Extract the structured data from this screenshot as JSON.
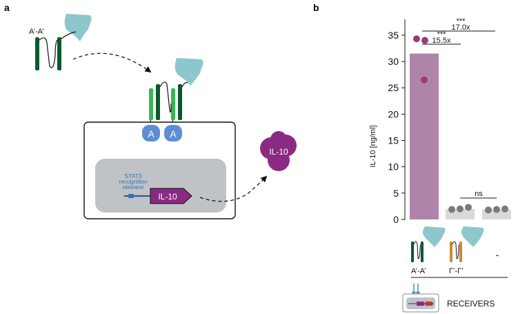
{
  "panel_a": {
    "label": "a",
    "dimer_label": "A’-A’",
    "receptor_letters": [
      "A",
      "A"
    ],
    "promoter_label": [
      "STAT3",
      "recognition",
      "element"
    ],
    "gene_label": "IL-10",
    "secreted_label": "IL-10"
  },
  "panel_b": {
    "label": "b",
    "comparisons": [
      {
        "stars": "***",
        "fold": "17.0x"
      },
      {
        "stars": "***",
        "fold": "15.5x"
      },
      {
        "stars": "ns",
        "fold": ""
      }
    ],
    "ligand_labels": [
      "A’-A’",
      "Γ’-Γ’",
      "-"
    ],
    "receivers_label": "RECEIVERS"
  },
  "colors": {
    "dark_green": "#0b5a2e",
    "light_green": "#3cb454",
    "teal_ligand": "#8cc8cb",
    "receptor_blue": "#5b8fd1",
    "il10_purple": "#8a2a82",
    "bar_purple": "#b084a8",
    "bar_grey": "#d9d9d9",
    "dot_purple": "#9a3a82",
    "dot_grey": "#7a7a7a",
    "orange": "#d4872a",
    "cell_grey": "#bfc3c6"
  },
  "chart_data": {
    "type": "bar",
    "categories": [
      "A’-A’",
      "Γ’-Γ’",
      "-"
    ],
    "values": [
      31.5,
      2.0,
      1.9
    ],
    "points": [
      [
        34.3,
        34.0,
        26.5
      ],
      [
        1.9,
        2.0,
        2.3
      ],
      [
        1.8,
        1.9,
        2.0
      ]
    ],
    "ylabel": "IL-10 [ng/ml]",
    "ylim": [
      0,
      38
    ],
    "yticks": [
      0,
      5,
      10,
      15,
      20,
      25,
      30,
      35
    ]
  }
}
